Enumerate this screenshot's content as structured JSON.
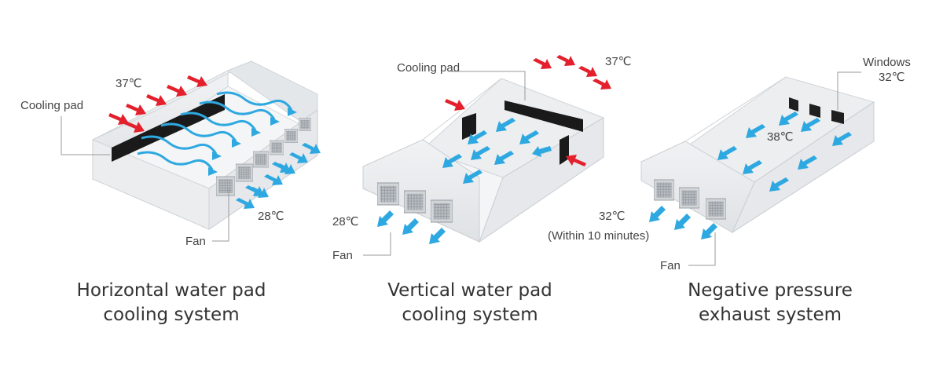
{
  "panels": [
    {
      "labels": {
        "cooling_pad": "Cooling pad",
        "outside_temp": "37℃",
        "inside_temp": "28℃",
        "fan": "Fan"
      },
      "caption": [
        "Horizontal water pad",
        "cooling system"
      ]
    },
    {
      "labels": {
        "cooling_pad": "Cooling pad",
        "outside_temp": "37℃",
        "inside_temp": "28℃",
        "fan": "Fan"
      },
      "caption": [
        "Vertical water pad",
        "cooling system"
      ]
    },
    {
      "labels": {
        "windows": "Windows",
        "windows_temp": "32℃",
        "inside_temp": "38℃",
        "exhaust_temp": "32℃",
        "exhaust_note": "(Within 10 minutes)",
        "fan": "Fan"
      },
      "caption": [
        "Negative pressure",
        "exhaust system"
      ]
    }
  ],
  "colors": {
    "hot_arrow": "#e3202c",
    "cool_arrow": "#2ea8e0",
    "wall": "#e9ebed",
    "floor": "#f5f6f7",
    "pad": "#1a1a1a"
  }
}
